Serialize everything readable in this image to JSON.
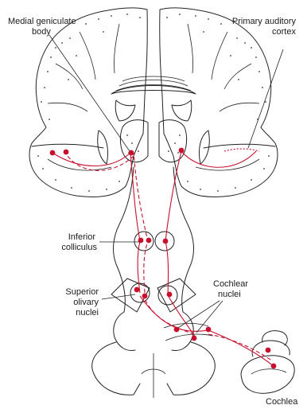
{
  "labels": {
    "medial_geniculate_line1": "Medial geniculate",
    "medial_geniculate_line2": "body",
    "primary_auditory_line1": "Primary auditory",
    "primary_auditory_line2": "cortex",
    "inferior_colliculus_line1": "Inferior",
    "inferior_colliculus_line2": "colliculus",
    "superior_olivary_line1": "Superior",
    "superior_olivary_line2": "olivary",
    "superior_olivary_line3": "nuclei",
    "cochlear_nuclei_line1": "Cochlear",
    "cochlear_nuclei_line2": "nuclei",
    "cochlea": "Cochlea"
  },
  "colors": {
    "pathway": "#c8102e",
    "outline": "#222222"
  }
}
